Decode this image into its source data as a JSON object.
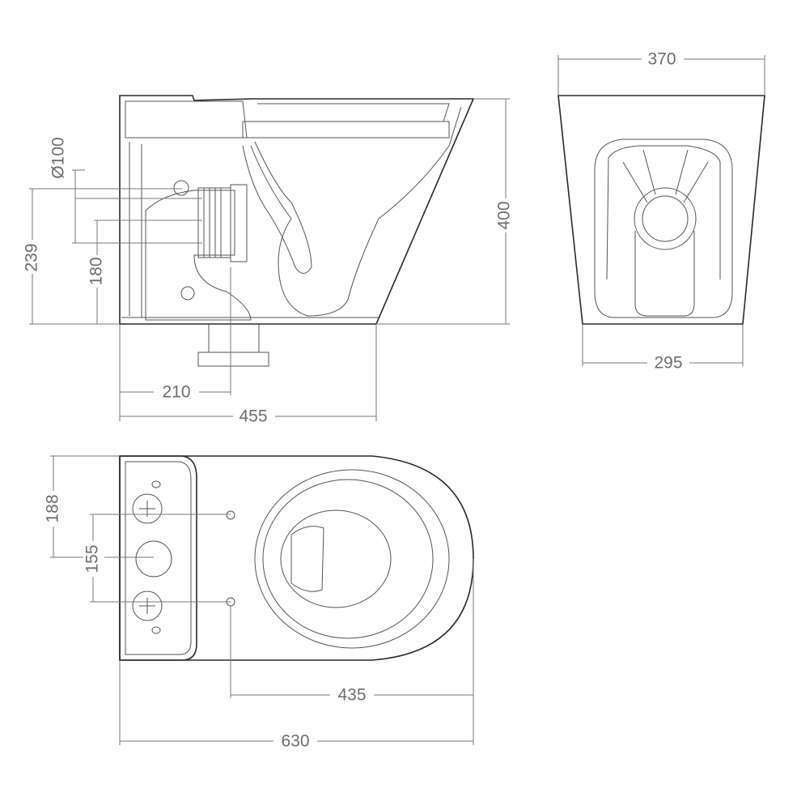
{
  "drawing": {
    "views": [
      "side-section",
      "front",
      "top"
    ],
    "dimensions": {
      "side_height": "400",
      "outlet_height": "239",
      "pipe_diameter": "Ø100",
      "pipe_center_height": "180",
      "outlet_offset": "210",
      "side_depth": "455",
      "front_top_width": "370",
      "front_base_width": "295",
      "top_fixing_offset": "188",
      "top_fixing_spacing": "155",
      "top_bowl_length": "435",
      "top_overall_length": "630"
    },
    "unit": "mm"
  }
}
